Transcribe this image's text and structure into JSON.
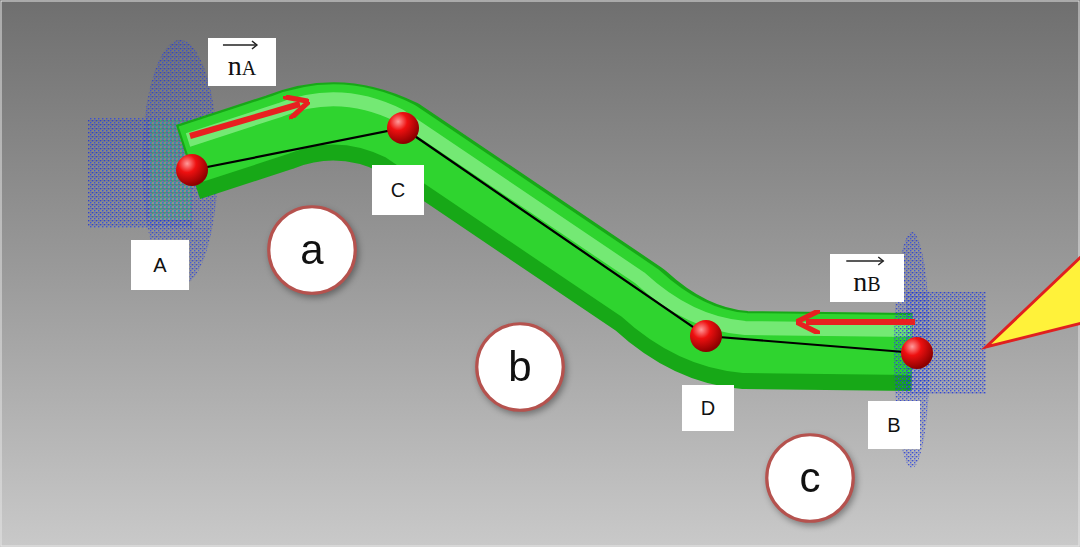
{
  "diagram": {
    "nodes": [
      {
        "text": [
          "nA"
        ]
      },
      {
        "text": [
          "C"
        ]
      },
      {
        "text": [
          "a"
        ]
      },
      {
        "text": [
          "A"
        ]
      },
      {
        "text": [
          "nB"
        ]
      },
      {
        "text": [
          "b"
        ]
      },
      {
        "text": [
          "D"
        ]
      },
      {
        "text": [
          "B"
        ]
      },
      {
        "text": [
          "c"
        ]
      }
    ]
  }
}
